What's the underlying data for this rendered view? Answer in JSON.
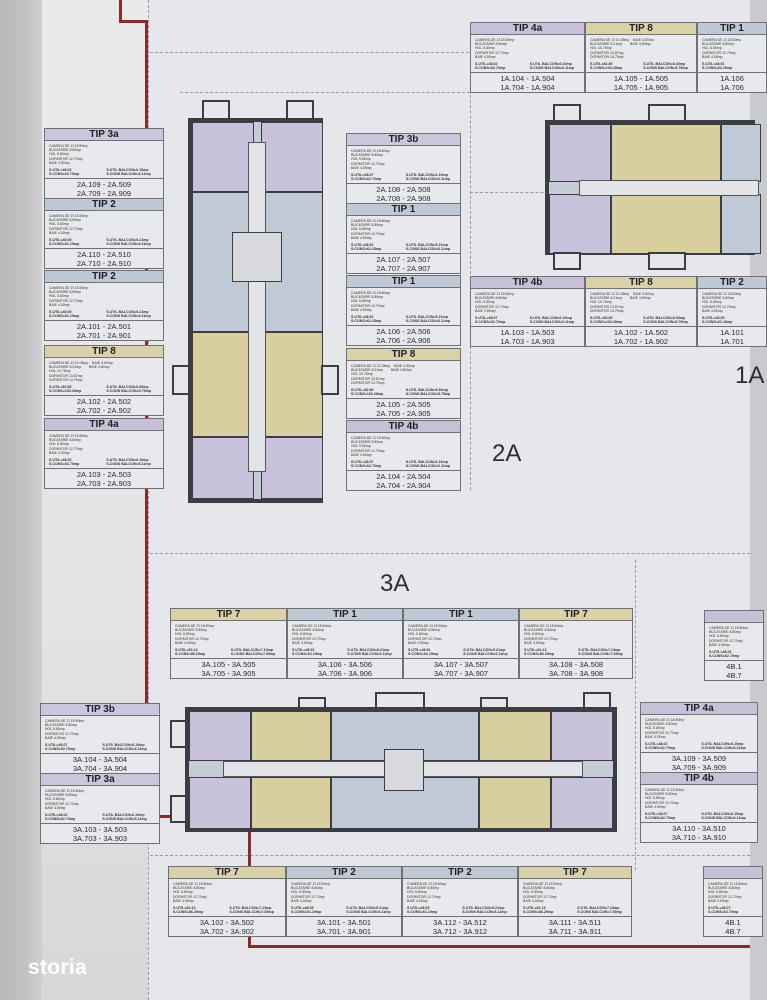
{
  "brand": {
    "logo_text": "storia"
  },
  "building_labels": {
    "b2a": "2A",
    "b3a": "3A",
    "b1a_partial": "1A"
  },
  "colors": {
    "tip3": "#c7c1d8",
    "tip4": "#ccc6dc",
    "tip8": "#d9d2a8",
    "tip7": "#d9d2a8",
    "tip1": "#bfc9d6",
    "tip2": "#bfc9d6",
    "redline": "#8e2a2c"
  },
  "common_rows": {
    "l1": "CAMERA DE ZI 18.50mp\nBUCATARIE 8.80mp\nHOL 5.80mp\nDORMITOR 12.70mp\nBAIE 4.50mp",
    "l8": "CAMERA DE ZI 21.08mp    BAIE 4.50mp\nBUCATARIE 8.21mp        BAIE 4.80mp\nHOL 10.78mp\nDORMITOR 13.87mp\nDORMITOR 14.75mp"
  },
  "cards_2a_left": [
    {
      "tip": "TIP 3a",
      "s1": "S.UTIL=48.02\nS.CONS=62.70mp",
      "s2": "S.UTIL BALCON=6.10mp\nS.CONS BALCON=6.11mp",
      "r1": "2A.109 - 2A.509",
      "r2": "2A.709 - 2A.909"
    },
    {
      "tip": "TIP 2",
      "s1": "S.UTIL=48.05\nS.CONS=61.19mp",
      "s2": "S.UTIL BALCON=5.21mp\nS.CONS BALCON=6.11mp",
      "r1": "2A.110 - 2A.510",
      "r2": "2A.710 - 2A.910"
    },
    {
      "tip": "TIP 2",
      "s1": "S.UTIL=48.05\nS.CONS=61.19mp",
      "s2": "S.UTIL BALCON=5.21mp\nS.CONS BALCON=6.11mp",
      "r1": "2A.101 - 2A.501",
      "r2": "2A.701 - 2A.901"
    },
    {
      "tip": "TIP 8",
      "s1": "S.UTIL=82.80\nS.CONS=103.28mp",
      "s2": "S.UTIL BALCON=6.60mp\nS.CONS BALCON=5.75mp",
      "r1": "2A.102 - 2A.502",
      "r2": "2A.702 - 2A.902"
    },
    {
      "tip": "TIP 4a",
      "s1": "S.UTIL=48.02\nS.CONS=62.70mp",
      "s2": "S.UTIL BALCON=6.10mp\nS.CONS BALCON=6.11mp",
      "r1": "2A.103 - 2A.503",
      "r2": "2A.703 - 2A.903"
    }
  ],
  "cards_2a_right": [
    {
      "tip": "TIP 3b",
      "s1": "S.UTIL=48.07\nS.CONS=62.70mp",
      "s2": "S.UTIL BALCON=6.10mp\nS.CONS BALCON=6.11mp",
      "r1": "2A.108 - 2A.508",
      "r2": "2A.708 - 2A.908"
    },
    {
      "tip": "TIP 1",
      "s1": "S.UTIL=48.91\nS.CONS=62.15mp",
      "s2": "S.UTIL BALCON=5.21mp\nS.CONS BALCON=6.11mp",
      "r1": "2A.107 - 2A.507",
      "r2": "2A.707 - 2A.907"
    },
    {
      "tip": "TIP 1",
      "s1": "S.UTIL=48.91\nS.CONS=62.15mp",
      "s2": "S.UTIL BALCON=5.21mp\nS.CONS BALCON=6.11mp",
      "r1": "2A.106 - 2A.506",
      "r2": "2A.706 - 2A.906"
    },
    {
      "tip": "TIP 8",
      "s1": "S.UTIL=82.80\nS.CONS=103.28mp",
      "s2": "S.UTIL BALCON=6.60mp\nS.CONS BALCON=5.75mp",
      "r1": "2A.105 - 2A.505",
      "r2": "2A.705 - 2A.905"
    },
    {
      "tip": "TIP 4b",
      "s1": "S.UTIL=48.07\nS.CONS=62.70mp",
      "s2": "S.UTIL BALCON=6.10mp\nS.CONS BALCON=6.11mp",
      "r1": "2A.104 - 2A.504",
      "r2": "2A.704 - 2A.904"
    }
  ],
  "cards_1a_top": [
    {
      "tip": "TIP 4a",
      "s1": "S.UTIL=48.02\nS.CONS=62.70mp",
      "s2": "S.UTIL BALCON=6.10mp\nS.CONS BALCON=6.11mp",
      "r1": "1A.104 - 1A.504",
      "r2": "1A.704 - 1A.904"
    },
    {
      "tip": "TIP 8",
      "s1": "S.UTIL=82.80\nS.CONS=103.28mp",
      "s2": "S.UTIL BALCON=6.60mp\nS.CONS BALCON=5.75mp",
      "r1": "1A.105 - 1A.505",
      "r2": "1A.705 - 1A.905"
    },
    {
      "tip": "TIP 1",
      "s1": "S.UTIL=48.91\nS.CONS=62.15mp",
      "s2": "",
      "r1": "1A.106",
      "r2": "1A.706"
    }
  ],
  "cards_1a_bottom": [
    {
      "tip": "TIP 4b",
      "s1": "S.UTIL=48.07\nS.CONS=62.70mp",
      "s2": "S.UTIL BALCON=6.10mp\nS.CONS BALCON=6.11mp",
      "r1": "1A.103 - 1A.503",
      "r2": "1A.703 - 1A.903"
    },
    {
      "tip": "TIP 8",
      "s1": "S.UTIL=82.80\nS.CONS=103.28mp",
      "s2": "S.UTIL BALCON=6.60mp\nS.CONS BALCON=5.75mp",
      "r1": "1A.102 - 1A.502",
      "r2": "1A.702 - 1A.902"
    },
    {
      "tip": "TIP 2",
      "s1": "S.UTIL=48.05\nS.CONS=61.19mp",
      "s2": "",
      "r1": "1A.101",
      "r2": "1A.701"
    }
  ],
  "cards_3a_top": [
    {
      "tip": "TIP 7",
      "s1": "S.UTIL=62.13\nS.CONS=86.25mp",
      "s2": "S.UTIL BALCON=7.13mp\nS.CONS BALCON=7.65mp",
      "r1": "3A.105 - 3A.505",
      "r2": "3A.705 - 3A.905"
    },
    {
      "tip": "TIP 1",
      "s1": "S.UTIL=48.91\nS.CONS=62.15mp",
      "s2": "S.UTIL BALCON=5.21mp\nS.CONS BALCON=6.11mp",
      "r1": "3A.106 - 3A.506",
      "r2": "3A.706 - 3A.906"
    },
    {
      "tip": "TIP 1",
      "s1": "S.UTIL=48.91\nS.CONS=62.15mp",
      "s2": "S.UTIL BALCON=5.21mp\nS.CONS BALCON=6.11mp",
      "r1": "3A.107 - 3A.507",
      "r2": "3A.707 - 3A.907"
    },
    {
      "tip": "TIP 7",
      "s1": "S.UTIL=62.13\nS.CONS=86.25mp",
      "s2": "S.UTIL BALCON=7.13mp\nS.CONS BALCON=7.65mp",
      "r1": "3A.108 - 3A.508",
      "r2": "3A.708 - 3A.908"
    }
  ],
  "card_4b_partial": {
    "tip": "",
    "s1": "S.UTIL=48.02\nS.CONS=62.70mp",
    "r1": "4B.1",
    "r2": "4B.7"
  },
  "cards_3a_left": [
    {
      "tip": "TIP 3b",
      "s1": "S.UTIL=48.07\nS.CONS=62.70mp",
      "s2": "S.UTIL BALCON=6.10mp\nS.CONS BALCON=6.11mp",
      "r1": "3A.104 - 3A.504",
      "r2": "3A.704 - 3A.904"
    },
    {
      "tip": "TIP 3a",
      "s1": "S.UTIL=48.02\nS.CONS=62.70mp",
      "s2": "S.UTIL BALCON=6.10mp\nS.CONS BALCON=6.11mp",
      "r1": "3A.103 - 3A.503",
      "r2": "3A.703 - 3A.903"
    }
  ],
  "cards_3a_right": [
    {
      "tip": "TIP 4a",
      "s1": "S.UTIL=48.02\nS.CONS=62.70mp",
      "s2": "S.UTIL BALCON=6.10mp\nS.CONS BALCON=6.11mp",
      "r1": "3A.109 - 3A.509",
      "r2": "3A.709 - 3A.909"
    },
    {
      "tip": "TIP 4b",
      "s1": "S.UTIL=48.07\nS.CONS=62.70mp",
      "s2": "S.UTIL BALCON=6.10mp\nS.CONS BALCON=6.11mp",
      "r1": "3A.110 - 3A.510",
      "r2": "3A.710 - 3A.910"
    }
  ],
  "cards_3a_bottom": [
    {
      "tip": "TIP 7",
      "s1": "S.UTIL=62.13\nS.CONS=86.25mp",
      "s2": "S.UTIL BALCON=7.13mp\nS.CONS BALCON=7.65mp",
      "r1": "3A.102 - 3A.502",
      "r2": "3A.702 - 3A.902"
    },
    {
      "tip": "TIP 2",
      "s1": "S.UTIL=48.05\nS.CONS=61.19mp",
      "s2": "S.UTIL BALCON=5.21mp\nS.CONS BALCON=6.11mp",
      "r1": "3A.101 - 3A.501",
      "r2": "3A.701 - 3A.901"
    },
    {
      "tip": "TIP 2",
      "s1": "S.UTIL=48.05\nS.CONS=61.19mp",
      "s2": "S.UTIL BALCON=5.21mp\nS.CONS BALCON=6.11mp",
      "r1": "3A.112 - 3A.512",
      "r2": "3A.712 - 3A.912"
    },
    {
      "tip": "TIP 7",
      "s1": "S.UTIL=62.13\nS.CONS=86.25mp",
      "s2": "S.UTIL BALCON=7.13mp\nS.CONS BALCON=7.65mp",
      "r1": "3A.111 - 3A.511",
      "r2": "3A.711 - 3A.911"
    }
  ],
  "card_4b_bottom_partial": {
    "s1": "S.UTIL=48.07\nS.CONS=62.70mp",
    "r1": "4B.1",
    "r2": "4B.7"
  }
}
